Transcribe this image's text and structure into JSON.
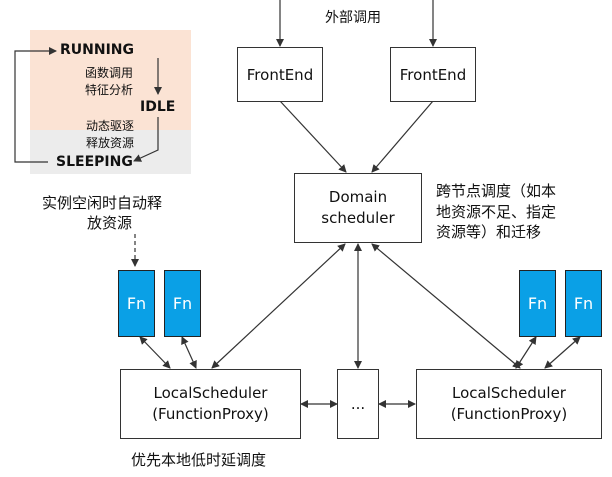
{
  "top_label": "外部调用",
  "frontends": [
    "FrontEnd",
    "FrontEnd"
  ],
  "domain": {
    "line1": "Domain",
    "line2": "scheduler"
  },
  "cross_node_note": [
    "跨节点调度（如本",
    "地资源不足、指定",
    "资源等）和迁移"
  ],
  "states": {
    "running": "RUNNING",
    "idle": "IDLE",
    "sleeping": "SLEEPING"
  },
  "running_to_idle": [
    "函数调用",
    "特征分析"
  ],
  "idle_to_sleeping": [
    "动态驱逐",
    "释放资源"
  ],
  "release_note": [
    "实例空闲时自动释",
    "放资源"
  ],
  "fn_label": "Fn",
  "local_schedulers": [
    {
      "line1": "LocalScheduler",
      "line2": "(FunctionProxy)"
    },
    {
      "line1": "LocalScheduler",
      "line2": "(FunctionProxy)"
    }
  ],
  "middle_box": "...",
  "bottom_note": "优先本地低时延调度",
  "colors": {
    "state_top_bg": "#fbe3d4",
    "state_bottom_bg": "#ececec",
    "fn_fill": "#0aa0e6"
  }
}
